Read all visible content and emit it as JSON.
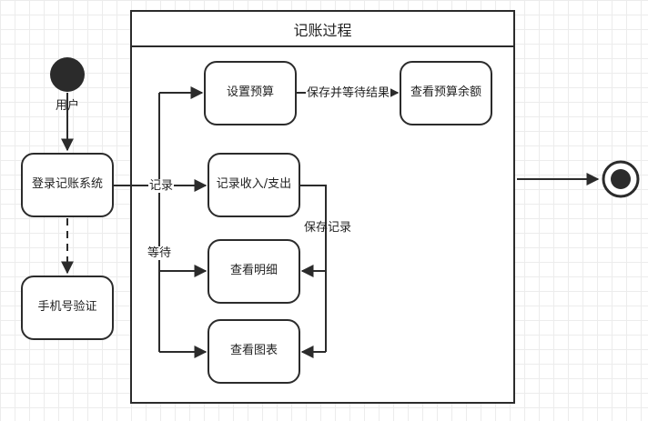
{
  "container": {
    "title": "记账过程"
  },
  "start": {
    "label": "用户"
  },
  "nodes": {
    "login": "登录记账系统",
    "phone_verify": "手机号验证",
    "set_budget": "设置预算",
    "view_balance": "查看预算余额",
    "record": "记录收入/支出",
    "view_detail": "查看明细",
    "view_chart": "查看图表"
  },
  "edges": {
    "save_wait": "保存并等待结果",
    "record_label": "记录",
    "wait_label": "等待",
    "save_record": "保存记录"
  },
  "colors": {
    "stroke": "#2b2b2b",
    "node_fill": "#ffffff",
    "start_fill": "#2b2b2b"
  }
}
